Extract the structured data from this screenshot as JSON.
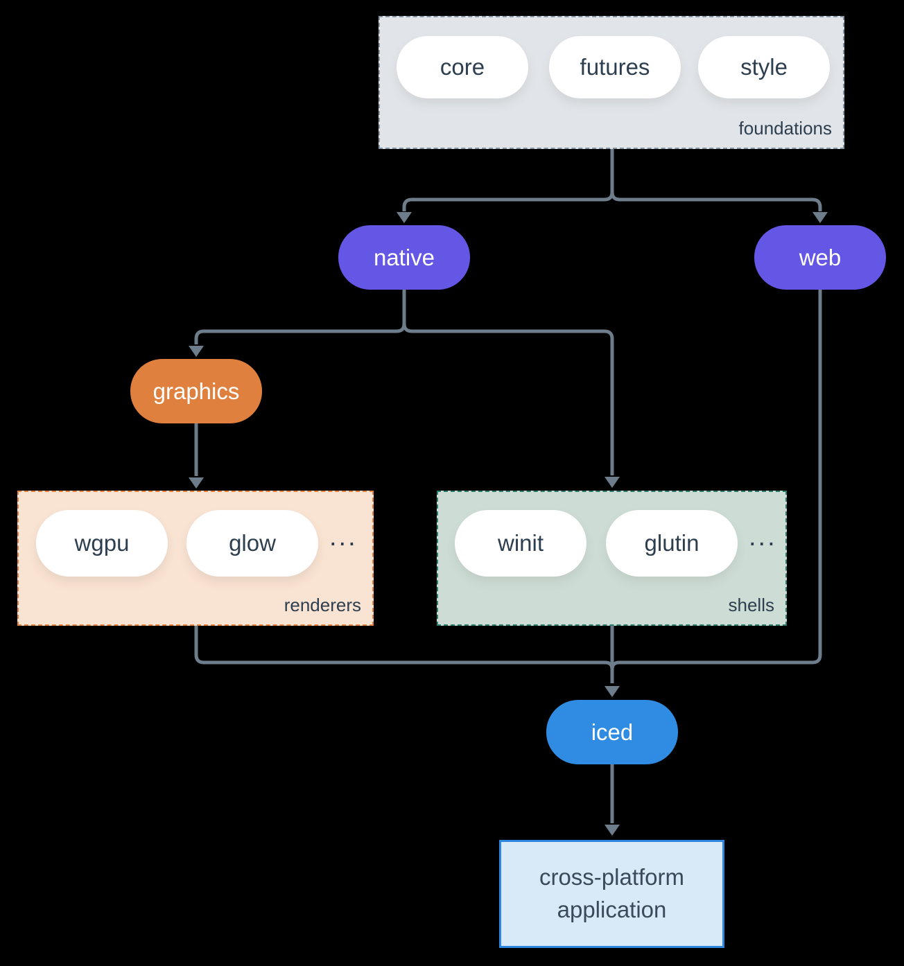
{
  "diagram": {
    "foundations": {
      "label": "foundations",
      "pills": [
        "core",
        "futures",
        "style"
      ]
    },
    "native": {
      "label": "native"
    },
    "web": {
      "label": "web"
    },
    "graphics": {
      "label": "graphics"
    },
    "renderers": {
      "label": "renderers",
      "pills": [
        "wgpu",
        "glow"
      ],
      "ellipsis": "..."
    },
    "shells": {
      "label": "shells",
      "pills": [
        "winit",
        "glutin"
      ],
      "ellipsis": "..."
    },
    "iced": {
      "label": "iced"
    },
    "application": {
      "label": "cross-platform application"
    }
  },
  "colors": {
    "background": "#000000",
    "edge": "#6e7d8c",
    "purple_node": "#6557e6",
    "orange_node": "#e0803e",
    "blue_node": "#2f8ce2",
    "foundations_fill": "#e1e5e9",
    "foundations_border": "#8595a4",
    "renderers_fill": "#f9e3d3",
    "renderers_border": "#e8823c",
    "shells_fill": "#cdddd6",
    "shells_border": "#2c7d6b",
    "application_fill": "#d8e9f8",
    "application_border": "#2e86de",
    "dark_text": "#2d3e4f",
    "white_text": "#ffffff"
  }
}
